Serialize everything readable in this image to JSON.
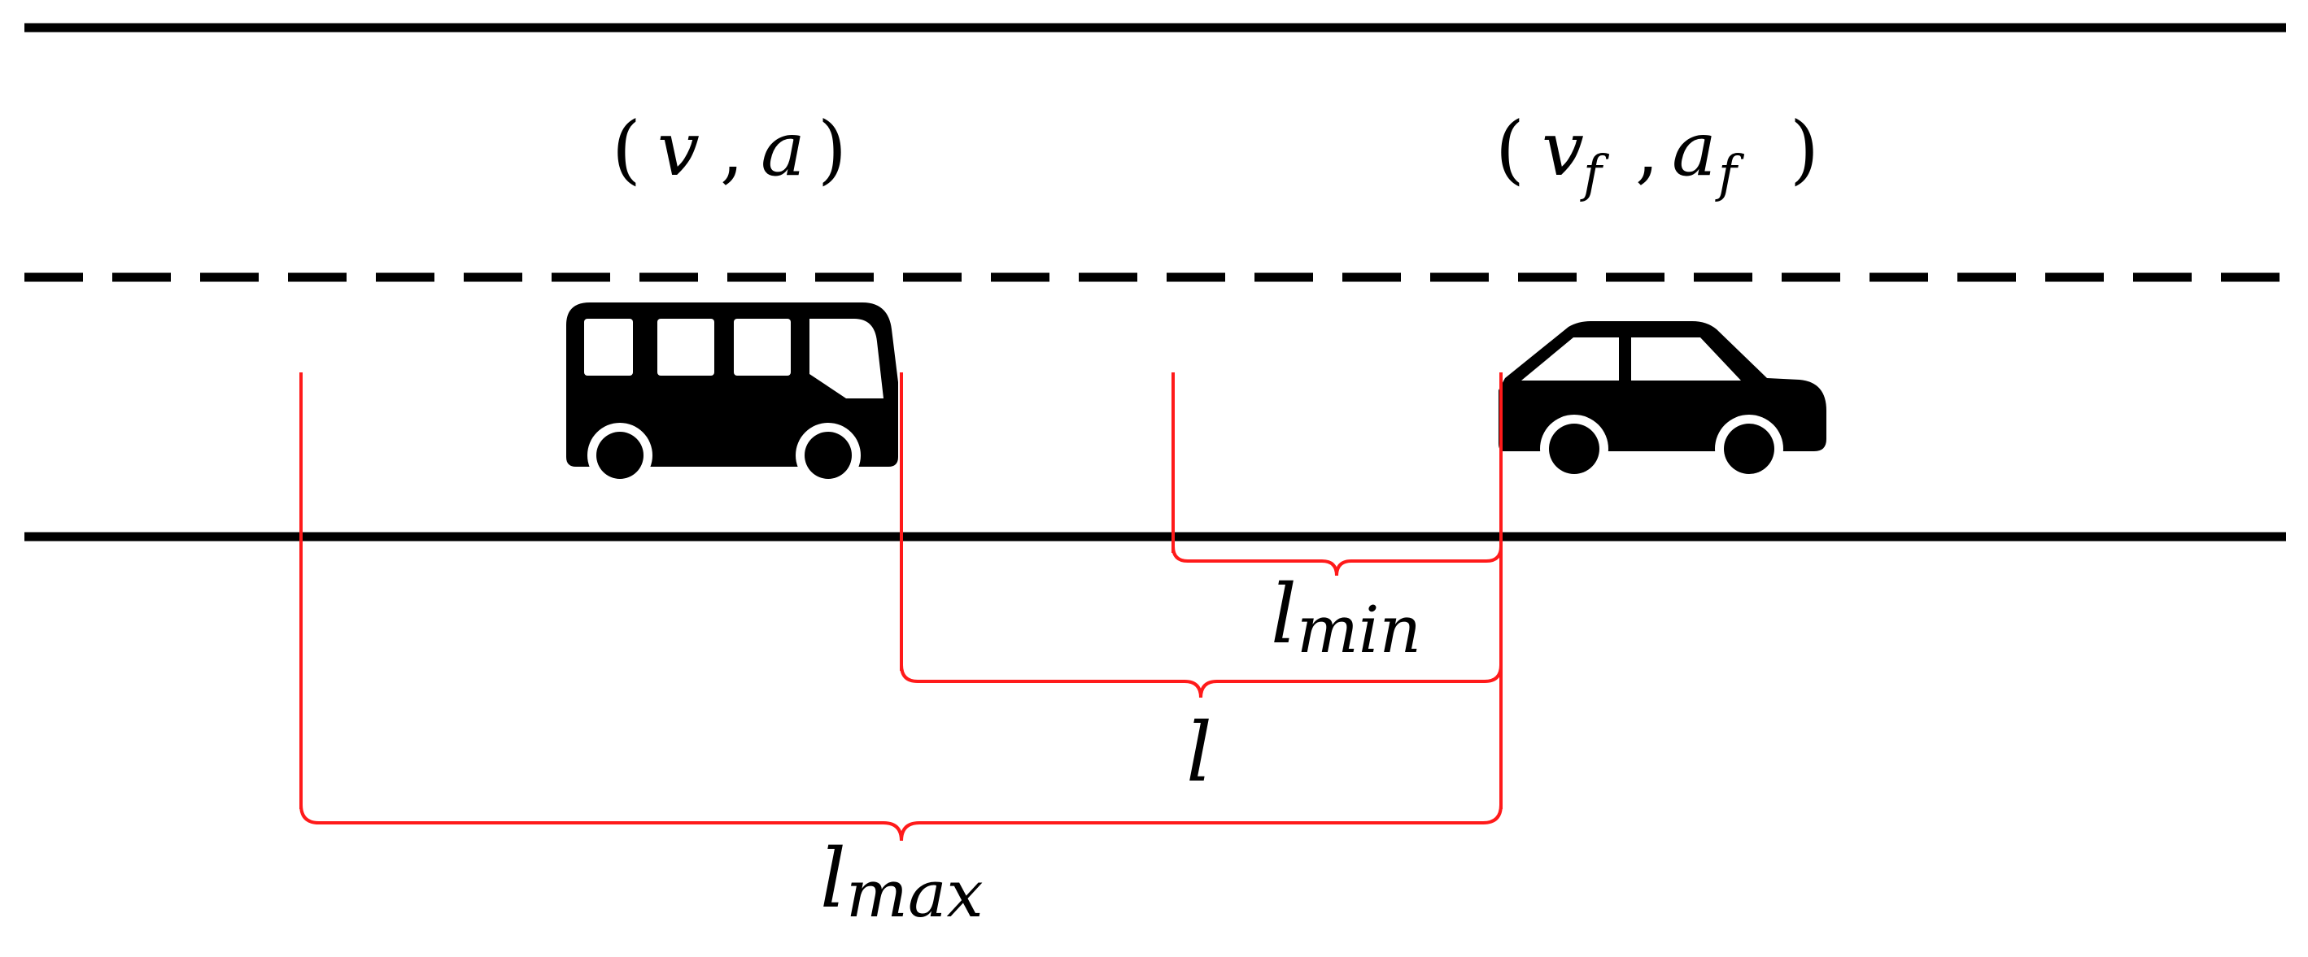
{
  "colors": {
    "road_line": "#000000",
    "bracket": "#ff1a1a",
    "vehicle": "#000000",
    "background": "#ffffff"
  },
  "vehicles": {
    "bus": {
      "icon": "bus-icon",
      "label_var_speed": "v",
      "label_var_accel": "a"
    },
    "car": {
      "icon": "car-icon",
      "label_var_speed": "v",
      "label_var_speed_sub": "f",
      "label_var_accel": "a",
      "label_var_accel_sub": "f"
    }
  },
  "labels": {
    "open_paren": "(",
    "close_paren": ")",
    "comma": ",",
    "l_min_base": "l",
    "l_min_sub": "min",
    "l_base": "l",
    "l_max_base": "l",
    "l_max_sub": "max"
  }
}
